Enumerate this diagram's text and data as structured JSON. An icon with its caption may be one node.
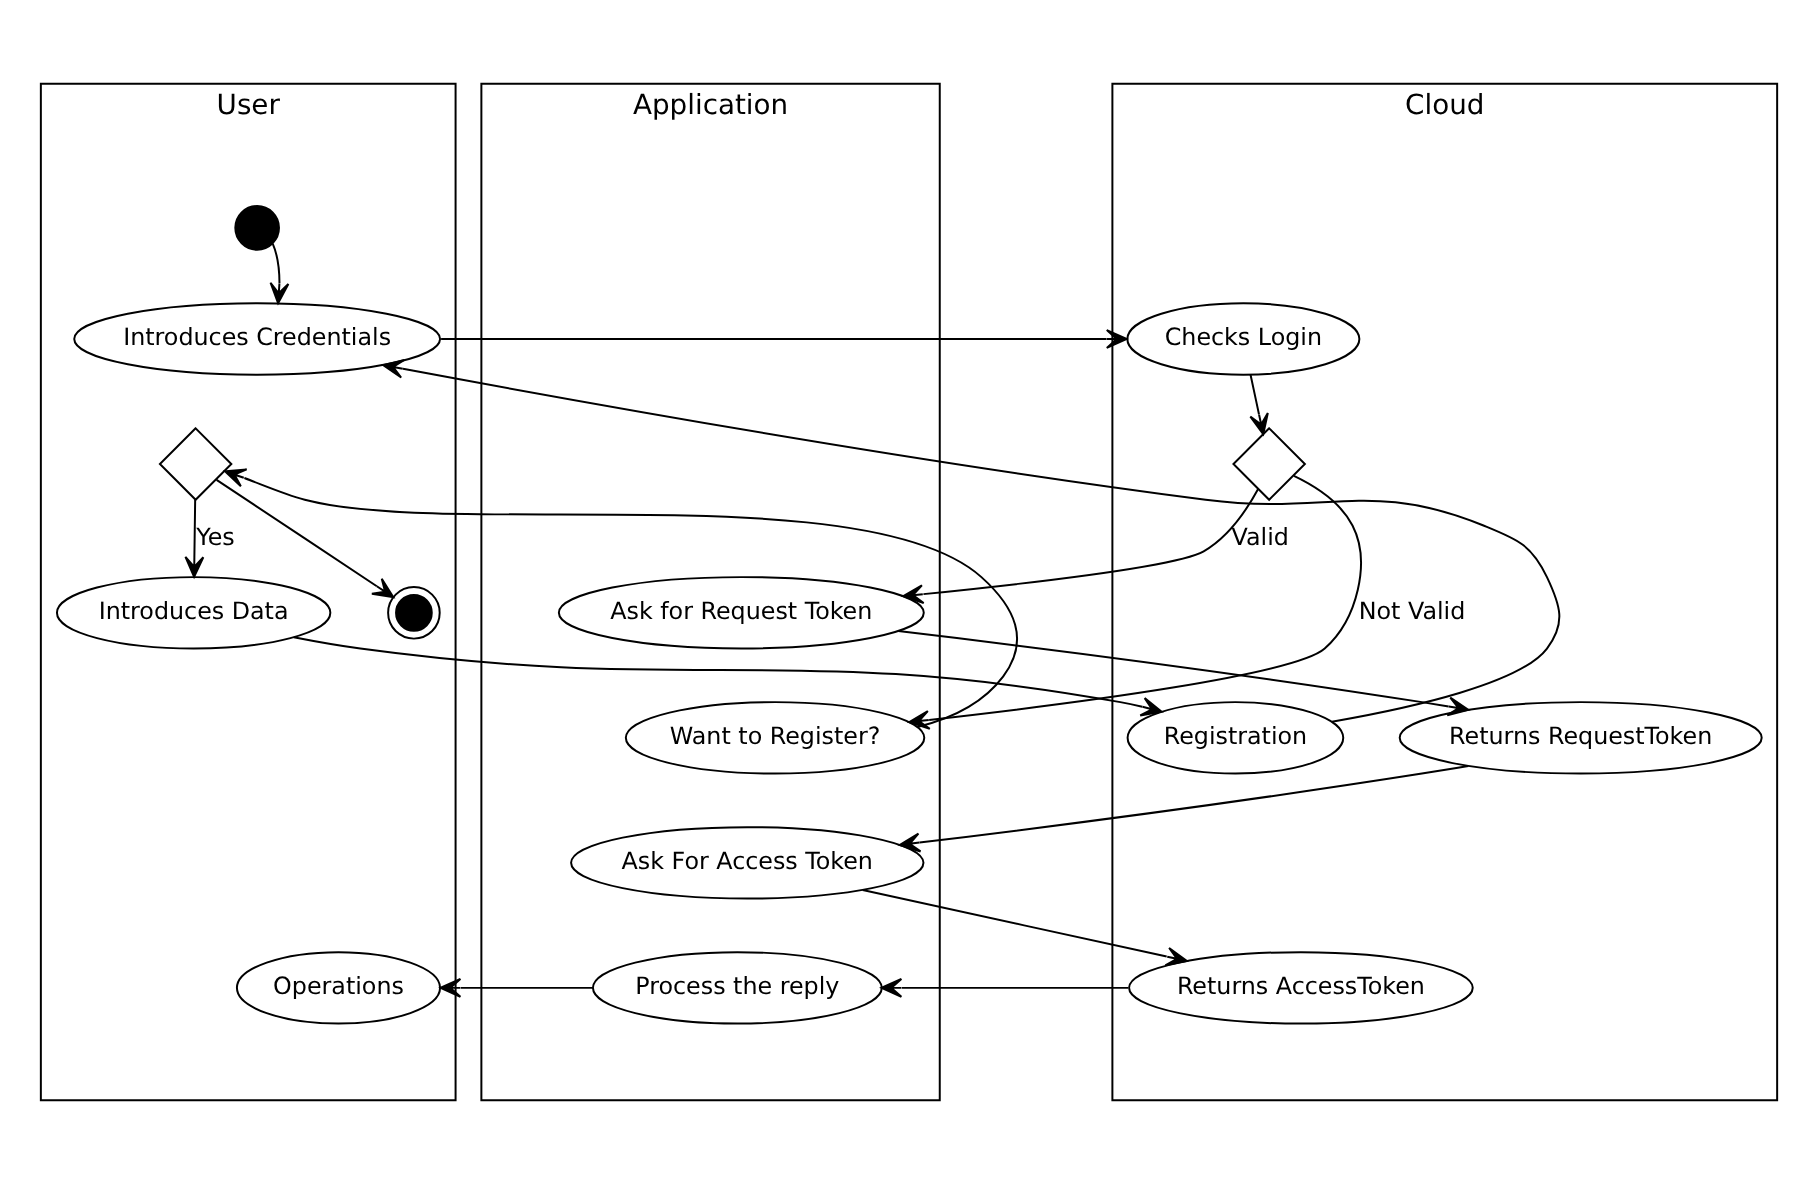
{
  "diagram": {
    "nodes": [
      {
        "text": [
          "User"
        ]
      },
      {
        "text": [
          "Application"
        ]
      },
      {
        "text": [
          "Cloud"
        ]
      },
      {
        "text": [],
        "shape": "circle",
        "in": 0
      },
      {
        "text": [
          "Introduces Credentials"
        ],
        "in": 0
      },
      {
        "text": [
          "Checks Login"
        ],
        "in": 2
      },
      {
        "text": [
          "Registration"
        ],
        "in": 2
      },
      {
        "text": [
          "Introduces Data"
        ],
        "in": 0
      },
      {
        "text": [
          "Want to Register?"
        ],
        "in": 1
      },
      {
        "text": [],
        "shape": "diamond",
        "in": 0
      },
      {
        "text": [],
        "shape": "diamond",
        "in": 2
      },
      {
        "text": [
          "Ask for Request Token"
        ],
        "in": 1
      },
      {
        "text": [],
        "shape": "circle",
        "in": 0
      },
      {
        "text": [
          "Returns RequestToken"
        ],
        "in": 2
      },
      {
        "text": [
          "Ask For Access Token"
        ],
        "in": 1
      },
      {
        "text": [
          "Operations"
        ],
        "in": 0
      },
      {
        "text": [
          "Process the reply"
        ],
        "in": 1
      },
      {
        "text": [
          "Returns AccessToken"
        ],
        "in": 2
      }
    ],
    "edges": [
      {
        "from": 3,
        "to": 4,
        "arrow": "to"
      },
      {
        "from": 4,
        "to": 5,
        "arrow": "to"
      },
      {
        "from": 6,
        "to": 4,
        "arrow": "to"
      },
      {
        "from": 7,
        "to": 6,
        "arrow": "to"
      },
      {
        "from": 5,
        "to": 10,
        "arrow": "to"
      },
      {
        "from": 10,
        "to": 8,
        "label": "Not Valid",
        "arrow": "to"
      },
      {
        "from": 10,
        "to": 11,
        "label": "Valid",
        "arrow": "to"
      },
      {
        "from": 8,
        "to": 9,
        "arrow": "to"
      },
      {
        "from": 9,
        "to": 7,
        "label": "Yes",
        "arrow": "to"
      },
      {
        "from": 9,
        "to": 12,
        "arrow": "to"
      },
      {
        "from": 11,
        "to": 13,
        "arrow": "to"
      },
      {
        "from": 13,
        "to": 14,
        "arrow": "to"
      },
      {
        "from": 14,
        "to": 17,
        "arrow": "to"
      },
      {
        "from": 17,
        "to": 16,
        "arrow": "to"
      },
      {
        "from": 16,
        "to": 15,
        "arrow": "to"
      }
    ]
  }
}
